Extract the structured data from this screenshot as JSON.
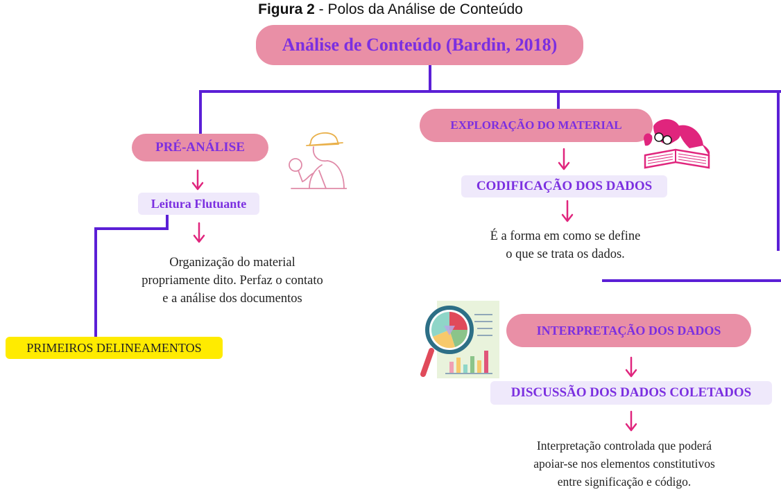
{
  "caption": {
    "bold": "Figura 2",
    "rest": " - Polos da Análise de Conteúdo"
  },
  "root": {
    "label": "Análise de Conteúdo (Bardin, 2018)"
  },
  "pre_analise": {
    "title": "PRÉ-ANÁLISE",
    "step": "Leitura Flutuante",
    "description": [
      "Organização do material",
      "propriamente dito. Perfaz o contato",
      "e a análise dos documentos"
    ],
    "highlight": "PRIMEIROS DELINEAMENTOS"
  },
  "exploracao": {
    "title": "EXPLORAÇÃO DO MATERIAL",
    "step": "CODIFICAÇÃO DOS DADOS",
    "description": [
      "É a forma em como se define",
      "o que se trata os dados."
    ]
  },
  "interpretacao": {
    "title": "INTERPRETAÇÃO DOS DADOS",
    "step": "DISCUSSÃO DOS DADOS COLETADOS",
    "description": [
      "Interpretação controlada que poderá",
      "apoiar-se nos elementos constitutivos",
      "entre significação e código."
    ]
  },
  "colors": {
    "pill": "#e98fa6",
    "pill_text": "#7b2fe0",
    "connector": "#5b1fd6",
    "arrow": "#e0257d",
    "highlight": "#ffeb00",
    "lavender": "#efe9fb"
  },
  "icons": [
    "detective-icon",
    "reading-person-icon",
    "data-analysis-icon"
  ]
}
